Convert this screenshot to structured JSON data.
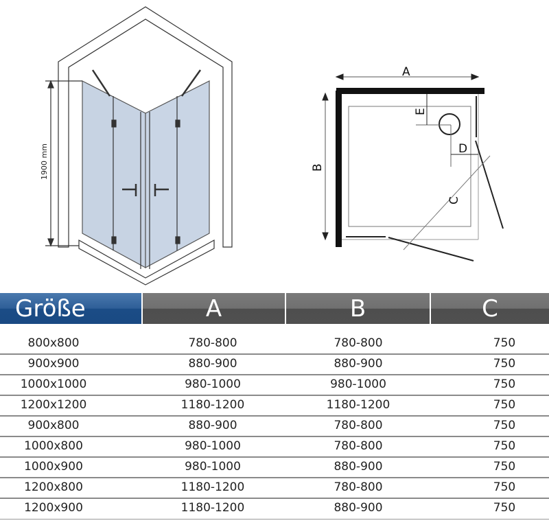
{
  "diagram": {
    "height_label": "1900 mm",
    "plan_labels": {
      "a": "A",
      "b": "B",
      "c": "C",
      "d": "D",
      "e": "E"
    }
  },
  "table": {
    "headers": [
      "Größe",
      "A",
      "B",
      "C"
    ],
    "rows": [
      [
        "800x800",
        "780-800",
        "780-800",
        "750"
      ],
      [
        "900x900",
        "880-900",
        "880-900",
        "750"
      ],
      [
        "1000x1000",
        "980-1000",
        "980-1000",
        "750"
      ],
      [
        "1200x1200",
        "1180-1200",
        "1180-1200",
        "750"
      ],
      [
        "900x800",
        "880-900",
        "780-800",
        "750"
      ],
      [
        "1000x800",
        "980-1000",
        "780-800",
        "750"
      ],
      [
        "1000x900",
        "980-1000",
        "880-900",
        "750"
      ],
      [
        "1200x800",
        "1180-1200",
        "780-800",
        "750"
      ],
      [
        "1200x900",
        "1180-1200",
        "880-900",
        "750"
      ]
    ]
  }
}
